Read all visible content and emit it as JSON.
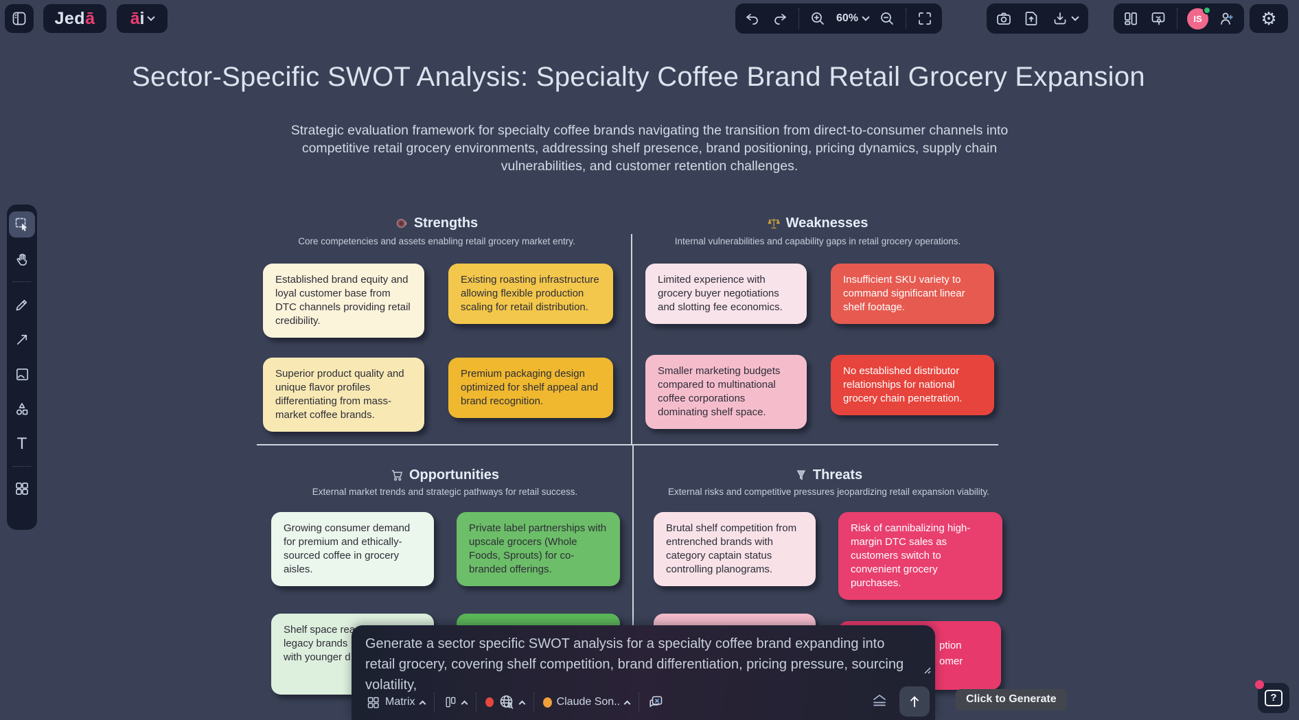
{
  "topbar": {
    "logo": {
      "prefix": "Jed",
      "accent": "ā"
    },
    "ai_menu": {
      "accent": "ā",
      "rest": "i"
    },
    "zoom_level": "60%",
    "avatar_initials": "IS"
  },
  "sidebar_tools": [
    "select",
    "pan",
    "pencil",
    "connector",
    "image",
    "shapes",
    "text",
    "templates"
  ],
  "palette": {
    "background": "#3A4156",
    "toolbar_panel": "#141A2B",
    "accent_pink": "#EE3D72",
    "avatar_pink": "#F0688C",
    "online_green": "#2FBE71",
    "divider_line": "#E9EEF5",
    "note_ivory": "#FBF3DA",
    "note_yellow": "#F3C74B",
    "note_light_yellow": "#F8E9B4",
    "note_deep_yellow": "#EFB82F",
    "note_light_pink": "#F7E3E9",
    "note_red": "#E65A50",
    "note_pink": "#F5BDCC",
    "note_deep_red": "#E6443C",
    "note_light_green": "#EBF6EC",
    "note_green": "#6CBE68",
    "note_rose": "#F8E2E8",
    "note_magenta": "#E83F6F"
  },
  "canvas": {
    "title": "Sector-Specific SWOT Analysis: Specialty Coffee Brand Retail Grocery Expansion",
    "subtitle": "Strategic evaluation framework for specialty coffee brands navigating the transition from direct-to-consumer channels into competitive retail grocery environments, addressing shelf presence, brand positioning, pricing dynamics, supply chain vulnerabilities, and customer retention challenges.",
    "quadrants": [
      {
        "title": "Strengths",
        "icon": "coffee-icon",
        "subtitle": "Core competencies and assets enabling retail grocery market entry.",
        "notes": [
          {
            "text": "Established brand equity and loyal customer base from DTC channels providing retail credibility."
          },
          {
            "text": "Existing roasting infrastructure allowing flexible production scaling for retail distribution."
          },
          {
            "text": "Superior product quality and unique flavor profiles differentiating from mass-market coffee brands."
          },
          {
            "text": "Premium packaging design optimized for shelf appeal and brand recognition."
          }
        ]
      },
      {
        "title": "Weaknesses",
        "icon": "scales-icon",
        "subtitle": "Internal vulnerabilities and capability gaps in retail grocery operations.",
        "notes": [
          {
            "text": "Limited experience with grocery buyer negotiations and slotting fee economics."
          },
          {
            "text": "Insufficient SKU variety to command significant linear shelf footage."
          },
          {
            "text": "Smaller marketing budgets compared to multinational coffee corporations dominating shelf space."
          },
          {
            "text": "No established distributor relationships for national grocery chain penetration."
          }
        ]
      },
      {
        "title": "Opportunities",
        "icon": "cart-icon",
        "subtitle": "External market trends and strategic pathways for retail success.",
        "notes": [
          {
            "text": "Growing consumer demand for premium and ethically-sourced coffee in grocery aisles."
          },
          {
            "text": "Private label partnerships with upscale grocers (Whole Foods, Sprouts) for co-branded offerings."
          },
          {
            "text": "Shelf space rea\nlegacy brands\nwith younger d"
          },
          {
            "text": ""
          }
        ]
      },
      {
        "title": "Threats",
        "icon": "dart-icon",
        "subtitle": "External risks and competitive pressures jeopardizing retail expansion viability.",
        "notes": [
          {
            "text": "Brutal shelf competition from entrenched brands with category captain status controlling planograms."
          },
          {
            "text": "Risk of cannibalizing high-margin DTC sales as customers switch to convenient grocery purchases."
          },
          {
            "text": ""
          },
          {
            "text": "ption\nomer"
          }
        ]
      }
    ]
  },
  "prompt_bar": {
    "text": "Generate a sector specific SWOT analysis for a specialty coffee brand expanding into retail grocery, covering shelf competition, brand differentiation, pricing pressure, sourcing volatility,",
    "matrix_label": "Matrix",
    "model_label": "Claude Son..",
    "tooltip": "Click to Generate"
  },
  "help_label": "?"
}
